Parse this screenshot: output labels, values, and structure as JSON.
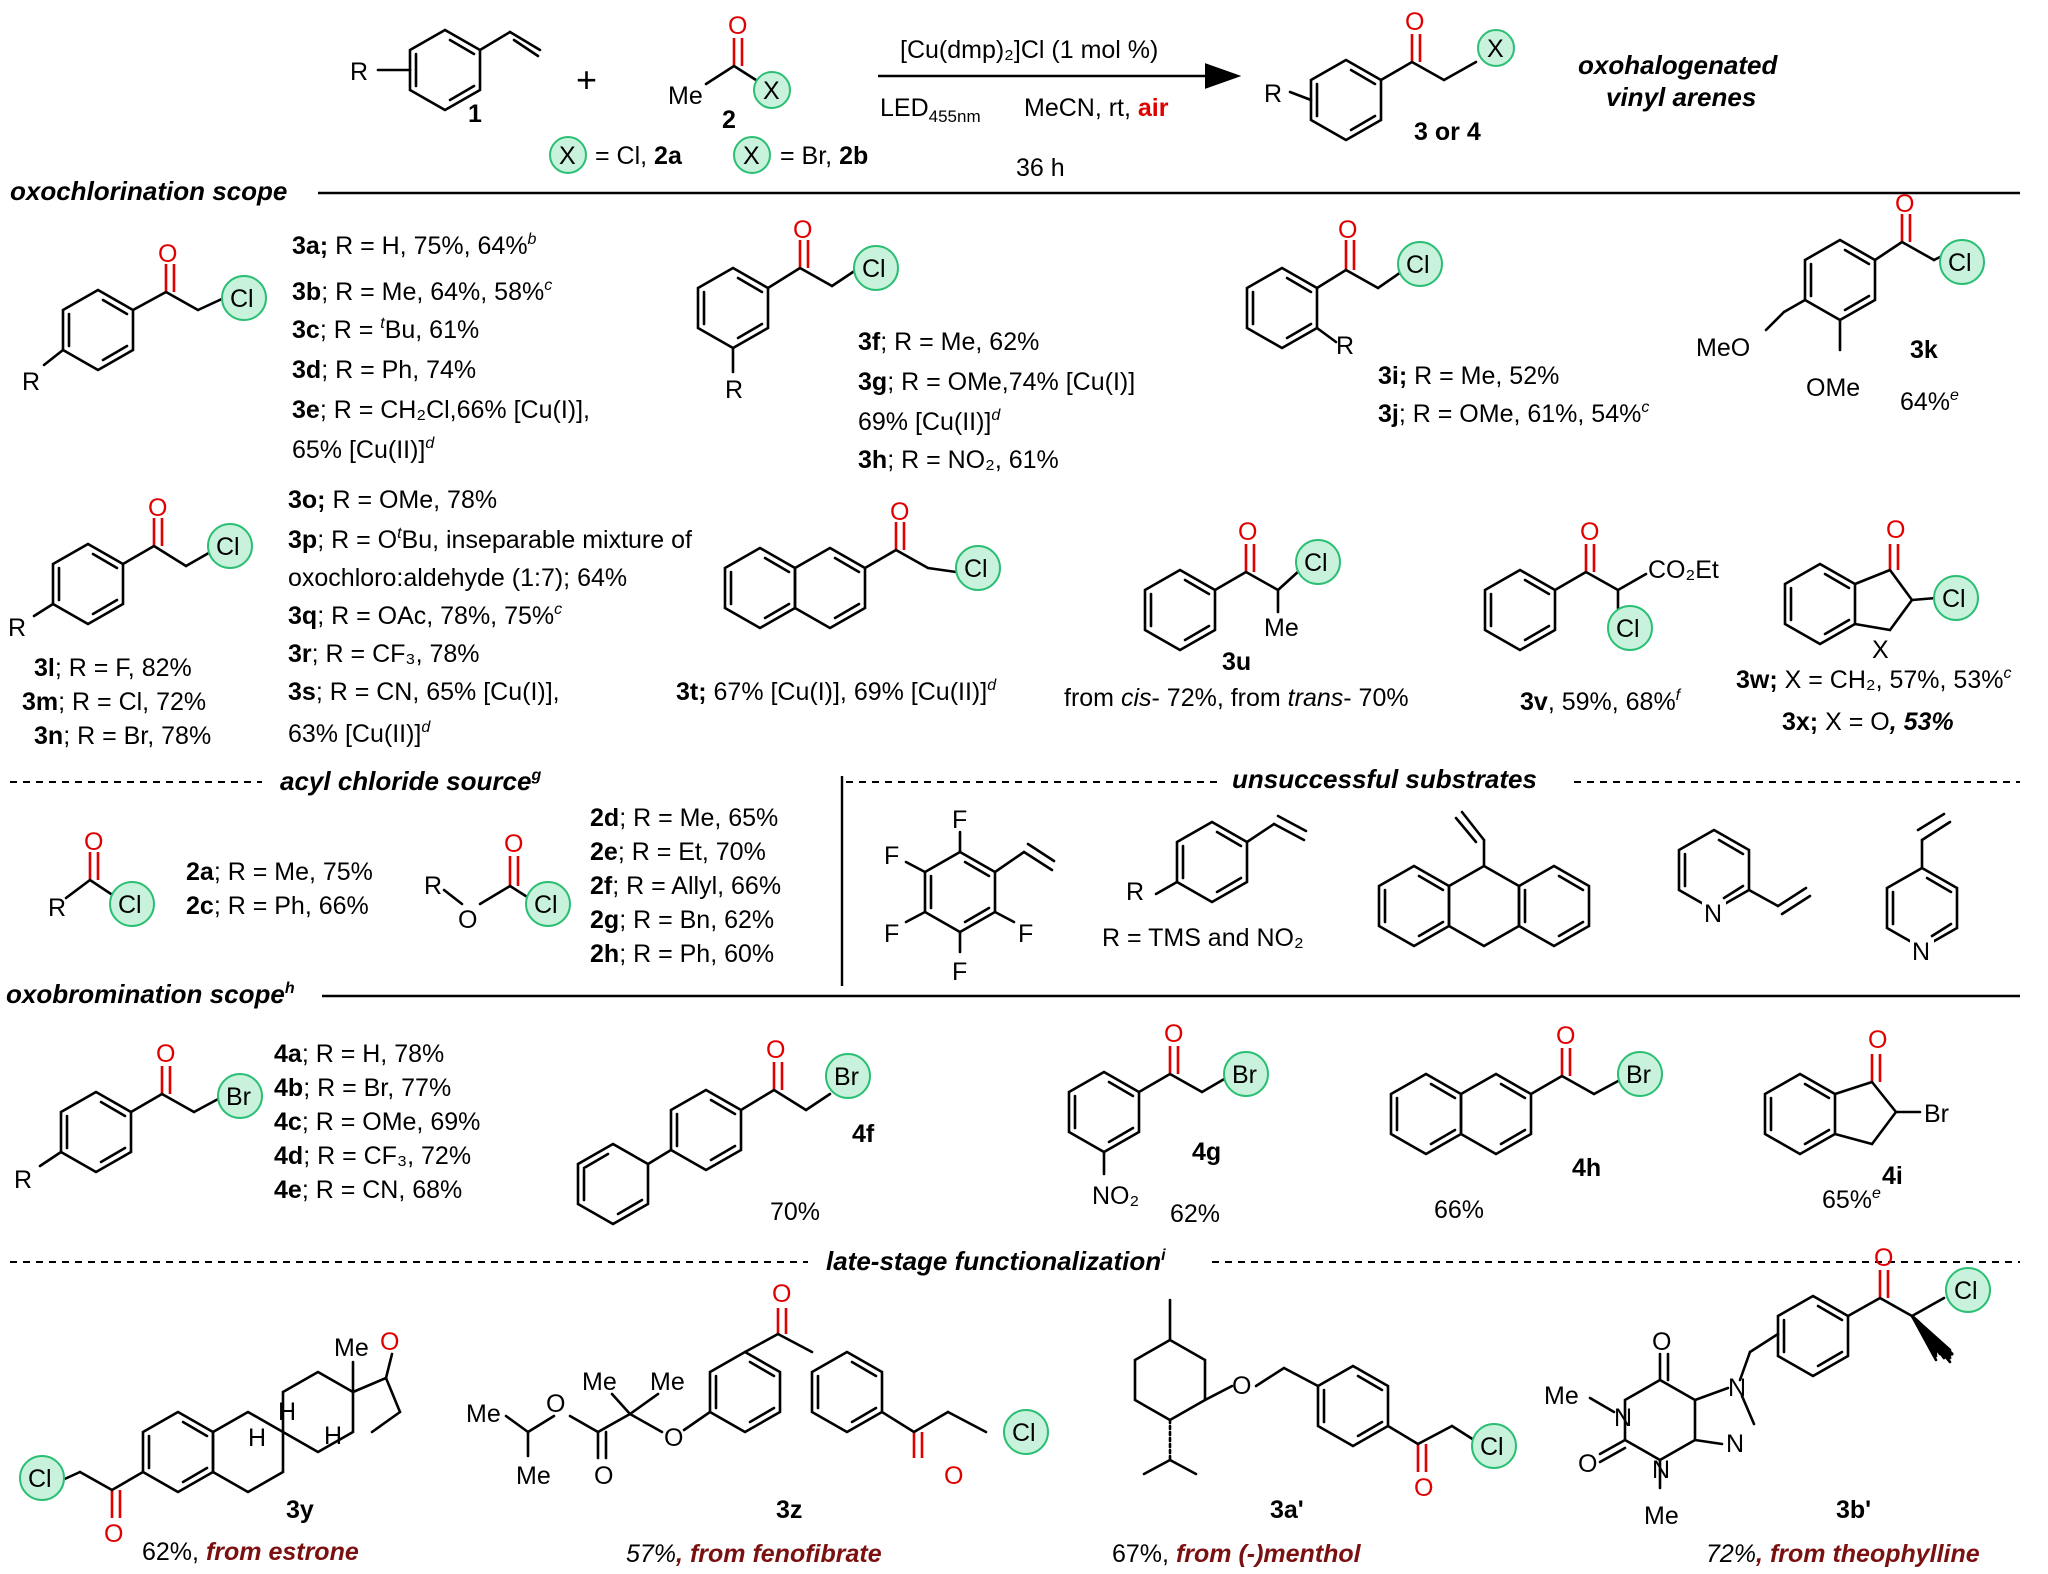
{
  "header": {
    "reactant1": {
      "r": "R",
      "label": "1"
    },
    "plus": "+",
    "reactant2": {
      "me": "Me",
      "o": "O",
      "x": "X",
      "label": "2"
    },
    "x_cl": "= Cl, ",
    "x_cl_label": "2a",
    "x_br": "= Br, ",
    "x_br_label": "2b",
    "catalyst": "[Cu(dmp)₂]Cl (1 mol %)",
    "led": "LED",
    "led_sub": "455nm",
    "solvent": "MeCN, rt, ",
    "air": "air",
    "time": "36 h",
    "product": {
      "r": "R",
      "o": "O",
      "x": "X",
      "label_a": "3",
      "label_or": " or ",
      "label_b": "4"
    },
    "product_title_1": "oxohalogenated",
    "product_title_2": "vinyl arenes"
  },
  "sections": {
    "oxochlorination": "oxochlorination scope",
    "acyl": "acyl chloride source",
    "acyl_sup": "g",
    "unsuccessful": "unsuccessful substrates",
    "oxobromination": "oxobromination scope",
    "oxobromination_sup": "h",
    "late": "late-stage functionalization",
    "late_sup": "i"
  },
  "atoms": {
    "O": "O",
    "Cl": "Cl",
    "Br": "Br",
    "R": "R",
    "Me": "Me",
    "MeO": "MeO",
    "OMe": "OMe",
    "X": "X",
    "F": "F",
    "N": "N",
    "H": "H",
    "NO2": "NO₂",
    "CO2Et": "CO₂Et"
  },
  "entries_3a_3e": [
    {
      "id": "3a;",
      "text": " R = H, 75%, 64%",
      "sup": "b"
    },
    {
      "id": "3b",
      "text": "; R = Me, 64%, 58%",
      "sup": "c"
    },
    {
      "id": "3c",
      "text": "; R = ",
      "sup2": "t",
      "text2": "Bu, 61%"
    },
    {
      "id": "3d",
      "text": "; R = Ph, 74%"
    },
    {
      "id": "3e",
      "text": "; R = CH₂Cl,66% [Cu(I)],"
    },
    {
      "text": "65% [Cu(II)]",
      "sup": "d"
    }
  ],
  "entries_3f_3h": [
    {
      "id": "3f",
      "text": "; R = Me, 62%"
    },
    {
      "id": "3g",
      "text": "; R = OMe,74% [Cu(I)]"
    },
    {
      "text": "69% [Cu(II)]",
      "sup": "d"
    },
    {
      "id": "3h",
      "text": "; R = NO₂, 61%"
    }
  ],
  "entries_3i_3j": [
    {
      "id": "3i;",
      "text": " R = Me, 52%"
    },
    {
      "id": "3j",
      "text": "; R = OMe, 61%, 54%",
      "sup": "c"
    }
  ],
  "entry_3k": {
    "id": "3k",
    "yield": "64%",
    "sup": "e"
  },
  "entries_3l_3n": [
    {
      "id": "3l",
      "text": "; R = F, 82%"
    },
    {
      "id": "3m",
      "text": "; R = Cl, 72%"
    },
    {
      "id": "3n",
      "text": "; R = Br, 78%"
    }
  ],
  "entries_3o_3s": [
    {
      "id": "3o;",
      "text": " R = OMe, 78%"
    },
    {
      "id": "3p",
      "text": "; R = O",
      "sup2": "t",
      "text2": "Bu, inseparable mixture of"
    },
    {
      "text": "oxochloro:aldehyde (1:7); 64%"
    },
    {
      "id": "3q",
      "text": "; R = OAc, 78%, 75%",
      "sup": "c"
    },
    {
      "id": "3r",
      "text": "; R = CF₃, 78%"
    },
    {
      "id": "3s",
      "text": "; R = CN, 65% [Cu(I)],"
    },
    {
      "text": "63% [Cu(II)]",
      "sup": "d"
    }
  ],
  "entry_3t": {
    "id": "3t;",
    "text": " 67% [Cu(I)], 69% [Cu(II)]",
    "sup": "d"
  },
  "entry_3u": {
    "id": "3u",
    "from": "from ",
    "cis": "cis",
    "mid": "- 72%, from ",
    "trans": "trans",
    "end": "- 70%"
  },
  "entry_3v": {
    "id": "3v",
    "text": ", 59%, 68%",
    "sup": "f"
  },
  "entries_3w_3x": [
    {
      "id": "3w;",
      "text": " X = CH₂, 57%, 53%",
      "sup": "c"
    },
    {
      "id": "3x;",
      "text": " X = O",
      "text2": ", 53%"
    }
  ],
  "acyl_entries_left": [
    {
      "id": "2a",
      "text": "; R = Me, 75%"
    },
    {
      "id": "2c",
      "text": "; R = Ph, 66%"
    }
  ],
  "acyl_entries_right": [
    {
      "id": "2d",
      "text": "; R = Me, 65%"
    },
    {
      "id": "2e",
      "text": "; R = Et, 70%"
    },
    {
      "id": "2f",
      "text": "; R = Allyl, 66%"
    },
    {
      "id": "2g",
      "text": "; R = Bn, 62%"
    },
    {
      "id": "2h",
      "text": "; R = Ph, 60%"
    }
  ],
  "unsuccessful_note": "R = TMS and NO₂",
  "entries_4a_4e": [
    {
      "id": "4a",
      "text": "; R = H, 78%"
    },
    {
      "id": "4b",
      "text": "; R = Br, 77%"
    },
    {
      "id": "4c",
      "text": "; R = OMe, 69%"
    },
    {
      "id": "4d",
      "text": "; R = CF₃, 72%"
    },
    {
      "id": "4e",
      "text": "; R = CN, 68%"
    }
  ],
  "entry_4f": {
    "id": "4f",
    "yield": "70%"
  },
  "entry_4g": {
    "id": "4g",
    "yield": "62%"
  },
  "entry_4h": {
    "id": "4h",
    "yield": "66%"
  },
  "entry_4i": {
    "id": "4i",
    "yield": "65%",
    "sup": "e"
  },
  "late_stage": [
    {
      "id": "3y",
      "yield": "62%, ",
      "source": "from estrone"
    },
    {
      "id": "3z",
      "yield": "57%",
      "source": ", from fenofibrate"
    },
    {
      "id": "3a'",
      "yield": "67%, ",
      "source": "from (-)menthol"
    },
    {
      "id": "3b'",
      "yield": "72%",
      "source": ", from theophylline"
    }
  ],
  "colors": {
    "oxygen": "#e00000",
    "halogen_fill": "#c8f2dc",
    "halogen_stroke": "#2bbf74",
    "source_text": "#7a1010"
  }
}
